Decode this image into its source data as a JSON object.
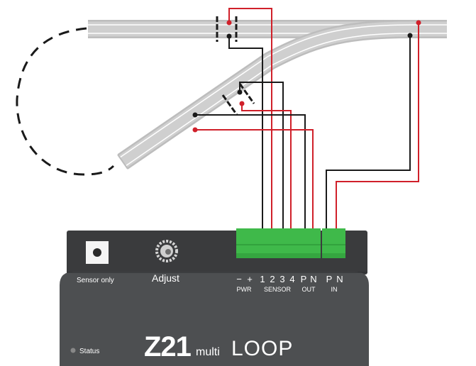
{
  "device": {
    "sensor_only_label": "Sensor only",
    "adjust_label": "Adjust",
    "status_label": "Status",
    "brand": {
      "z21": "Z21",
      "multi": "multi",
      "loop": "LOOP"
    },
    "terminals": {
      "pins": [
        "−",
        "+",
        "1",
        "2",
        "3",
        "4",
        "P",
        "N",
        "P",
        "N"
      ],
      "groups": [
        "PWR",
        "SENSOR",
        "OUT",
        "IN"
      ]
    }
  },
  "colors": {
    "wire_red": "#d0202a",
    "wire_black": "#1a1a1a",
    "housing": "#4d4f51",
    "housing_top": "#3a3b3d",
    "terminal_green": "#3fb94a",
    "rail_grey": "#c4c4c4"
  }
}
